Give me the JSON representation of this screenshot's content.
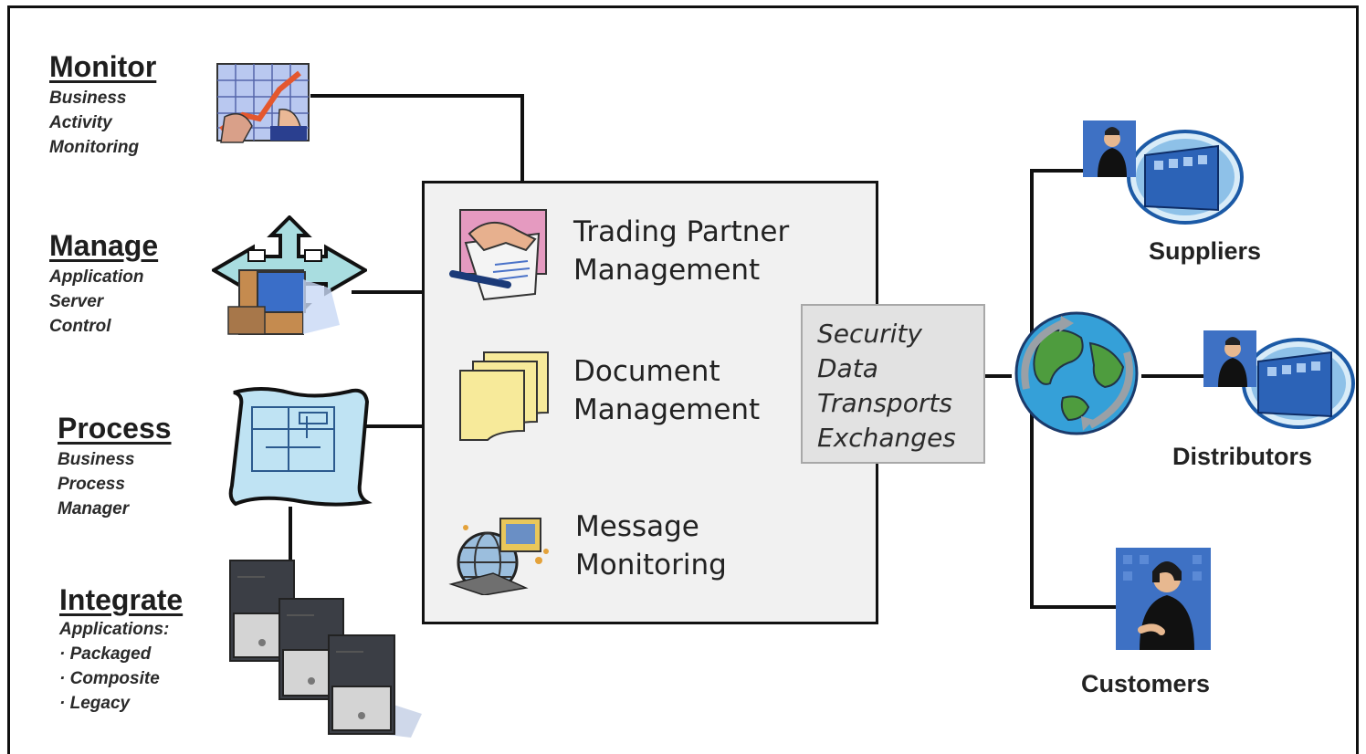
{
  "left_groups": [
    {
      "title": "Monitor",
      "lines": [
        "Business",
        "Activity",
        "Monitoring"
      ],
      "icon": "chart-growth-icon"
    },
    {
      "title": "Manage",
      "lines": [
        "Application",
        "Server",
        "Control"
      ],
      "icon": "computer-arrows-icon"
    },
    {
      "title": "Process",
      "lines": [
        "Business",
        "Process",
        "Manager"
      ],
      "icon": "blueprint-scroll-icon"
    },
    {
      "title": "Integrate",
      "lines": [
        "Applications:",
        "· Packaged",
        "· Composite",
        "· Legacy"
      ],
      "icon": "servers-icon"
    }
  ],
  "center": {
    "items": [
      {
        "line1": "Trading Partner",
        "line2": "Management",
        "icon": "handshake-icon"
      },
      {
        "line1": "Document",
        "line2": "Management",
        "icon": "documents-icon"
      },
      {
        "line1": "Message",
        "line2": "Monitoring",
        "icon": "message-globe-icon"
      }
    ]
  },
  "security_box": {
    "lines": [
      "Security",
      "Data",
      "Transports",
      "Exchanges"
    ]
  },
  "globe_icon": "globe-icon",
  "parties": [
    {
      "label": "Suppliers",
      "icon": "person-building-icon"
    },
    {
      "label": "Distributors",
      "icon": "person-building-icon"
    },
    {
      "label": "Customers",
      "icon": "person-icon"
    }
  ]
}
